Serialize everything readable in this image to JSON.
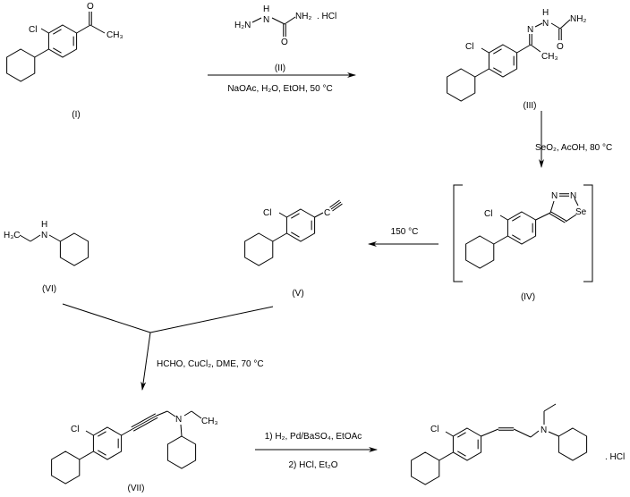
{
  "compounds": {
    "I": {
      "label": "(I)",
      "cl": "Cl",
      "o": "O",
      "ch3": "CH₃"
    },
    "II": {
      "label": "(II)",
      "h2n": "H₂N",
      "n": "N",
      "h": "H",
      "nh2": "NH₂",
      "hcl": ". HCl",
      "o": "O"
    },
    "III": {
      "label": "(III)",
      "cl": "Cl",
      "n": "N",
      "h": "H",
      "nh": "N",
      "nh2": "NH₂",
      "o": "O",
      "ch3": "CH₃"
    },
    "IV": {
      "label": "(IV)",
      "cl": "Cl",
      "n3": "N",
      "n2": "N",
      "se": "Se"
    },
    "V": {
      "label": "(V)",
      "cl": "Cl",
      "c": "C"
    },
    "VI": {
      "label": "(VI)",
      "h3c": "H₃C",
      "n": "N",
      "h": "H"
    },
    "VII": {
      "label": "(VII)",
      "cl": "Cl",
      "n": "N",
      "ch3": "CH₃"
    },
    "product": {
      "cl": "Cl",
      "n": "N",
      "hcl": ". HCl"
    }
  },
  "steps": {
    "step1": "NaOAc, H₂O, EtOH, 50 °C",
    "step2": "SeO₂, AcOH, 80 °C",
    "step3": "150 °C",
    "step4": "HCHO, CuCl₂, DME, 70 °C",
    "step5a": "1) H₂, Pd/BaSO₄, EtOAc",
    "step5b": "2) HCl, Et₂O"
  }
}
